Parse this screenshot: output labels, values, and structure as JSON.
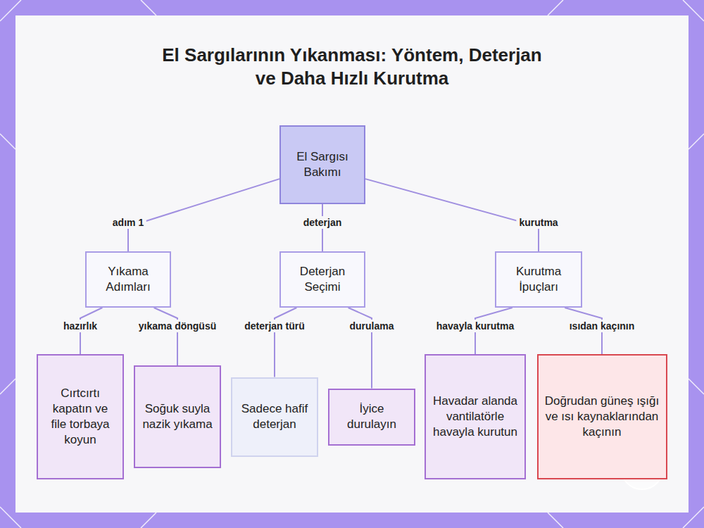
{
  "diagram": {
    "title": "El Sargılarının Yıkanması: Yöntem, Deterjan ve Daha Hızlı Kurutma",
    "nodes": [
      {
        "text": [
          "El Sargısı Bakımı"
        ]
      },
      {
        "text": [
          "Yıkama Adımları"
        ]
      },
      {
        "text": [
          "Deterjan Seçimi"
        ]
      },
      {
        "text": [
          "Kurutma İpuçları"
        ]
      },
      {
        "text": [
          "Cırtcırtı kapatın ve file torbaya koyun"
        ]
      },
      {
        "text": [
          "Soğuk suyla nazik yıkama"
        ]
      },
      {
        "text": [
          "Sadece hafif deterjan"
        ]
      },
      {
        "text": [
          "İyice durulayın"
        ]
      },
      {
        "text": [
          "Havadar alanda vantilatörle havayla kurutun"
        ]
      },
      {
        "text": [
          "Doğrudan güneş ışığı ve ısı kaynaklarından kaçının"
        ]
      }
    ],
    "edges": [
      {
        "from": 0,
        "to": 1,
        "label": "adım 1",
        "arrow": "none"
      },
      {
        "from": 0,
        "to": 2,
        "label": "deterjan",
        "arrow": "none"
      },
      {
        "from": 0,
        "to": 3,
        "label": "kurutma",
        "arrow": "none"
      },
      {
        "from": 1,
        "to": 4,
        "label": "hazırlık",
        "arrow": "none"
      },
      {
        "from": 1,
        "to": 5,
        "label": "yıkama döngüsü",
        "arrow": "none"
      },
      {
        "from": 2,
        "to": 6,
        "label": "deterjan türü",
        "arrow": "none"
      },
      {
        "from": 2,
        "to": 7,
        "label": "durulama",
        "arrow": "none"
      },
      {
        "from": 3,
        "to": 8,
        "label": "havayla kurutma",
        "arrow": "none"
      },
      {
        "from": 3,
        "to": 9,
        "label": "ısıdan kaçının",
        "arrow": "none"
      }
    ]
  }
}
